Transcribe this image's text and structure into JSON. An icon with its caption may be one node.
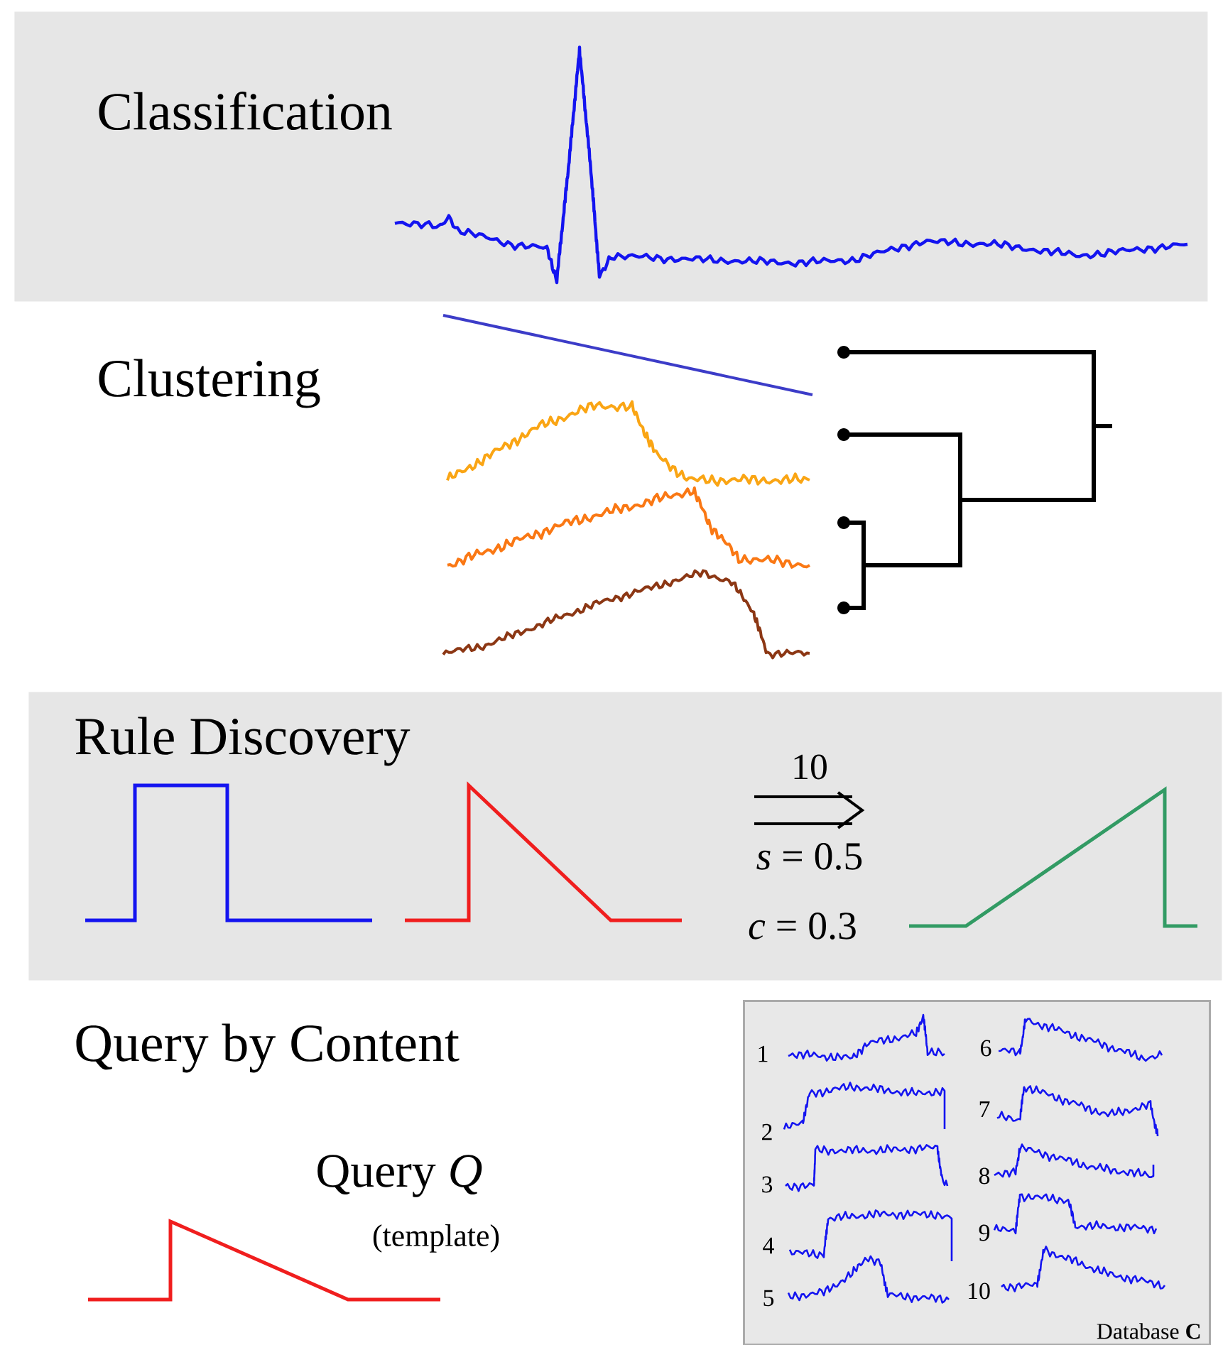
{
  "diagram": {
    "nodes": [
      {
        "text": [
          "Classification"
        ]
      },
      {
        "text": [
          "Rule Discovery"
        ]
      },
      {
        "text": [
          "Database **C**"
        ]
      }
    ],
    "labels": [
      "Clustering",
      "10",
      "*s* = 0.5",
      "*c* = 0.3",
      "Query by Content",
      "Query *Q*",
      "(template)",
      "1",
      "6",
      "2",
      "7",
      "3",
      "8",
      "4",
      "9",
      "5",
      "10"
    ]
  }
}
